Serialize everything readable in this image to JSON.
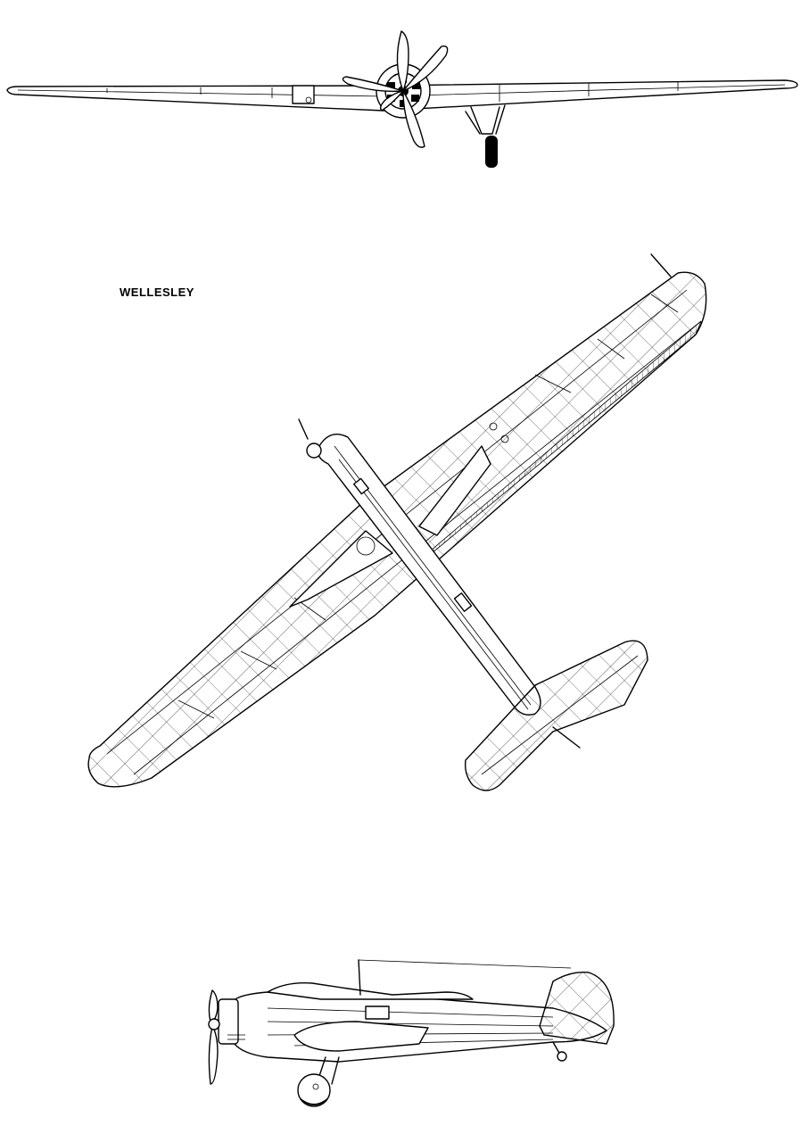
{
  "drawing": {
    "title": "WELLESLEY"
  },
  "views": [
    {
      "name": "front-view"
    },
    {
      "name": "plan-view"
    },
    {
      "name": "side-view"
    }
  ]
}
